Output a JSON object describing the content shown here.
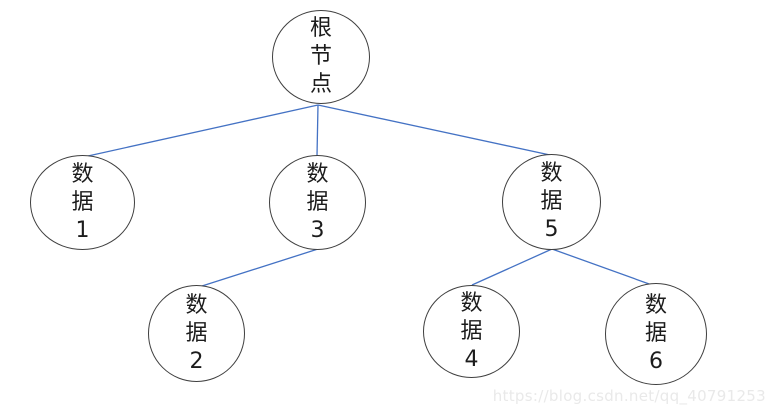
{
  "tree": {
    "root": {
      "label": "根\n节\n点"
    },
    "nodes": {
      "data1": {
        "label": "数\n据\n1"
      },
      "data2": {
        "label": "数\n据\n2"
      },
      "data3": {
        "label": "数\n据\n3"
      },
      "data4": {
        "label": "数\n据\n4"
      },
      "data5": {
        "label": "数\n据\n5"
      },
      "data6": {
        "label": "数\n据\n6"
      }
    },
    "edges": [
      {
        "from": "根节点",
        "to": "数据1"
      },
      {
        "from": "根节点",
        "to": "数据3"
      },
      {
        "from": "根节点",
        "to": "数据5"
      },
      {
        "from": "数据3",
        "to": "数据2"
      },
      {
        "from": "数据5",
        "to": "数据4"
      },
      {
        "from": "数据5",
        "to": "数据6"
      }
    ]
  },
  "watermark": {
    "text": "https://blog.csdn.net/qq_40791253"
  },
  "colors": {
    "edge": "#4472c4",
    "node_border": "#3f3f3f",
    "node_fill": "#ffffff",
    "watermark": "#e9e9e9"
  }
}
